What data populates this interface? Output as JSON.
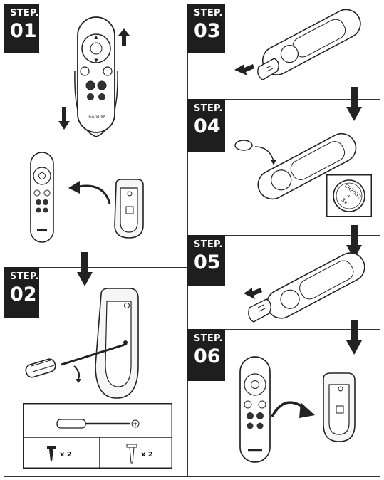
{
  "steps": [
    {
      "word": "STEP.",
      "number": "01"
    },
    {
      "word": "STEP.",
      "number": "02"
    },
    {
      "word": "STEP.",
      "number": "03"
    },
    {
      "word": "STEP.",
      "number": "04"
    },
    {
      "word": "STEP.",
      "number": "05"
    },
    {
      "word": "STEP.",
      "number": "06"
    }
  ],
  "remote": {
    "brand_text": "HEATSTRIP"
  },
  "battery": {
    "line1": "CR2032",
    "line2": "+",
    "line3": "3V"
  },
  "tools": {
    "screw_qty": "x 2",
    "anchor_qty": "x 2"
  }
}
